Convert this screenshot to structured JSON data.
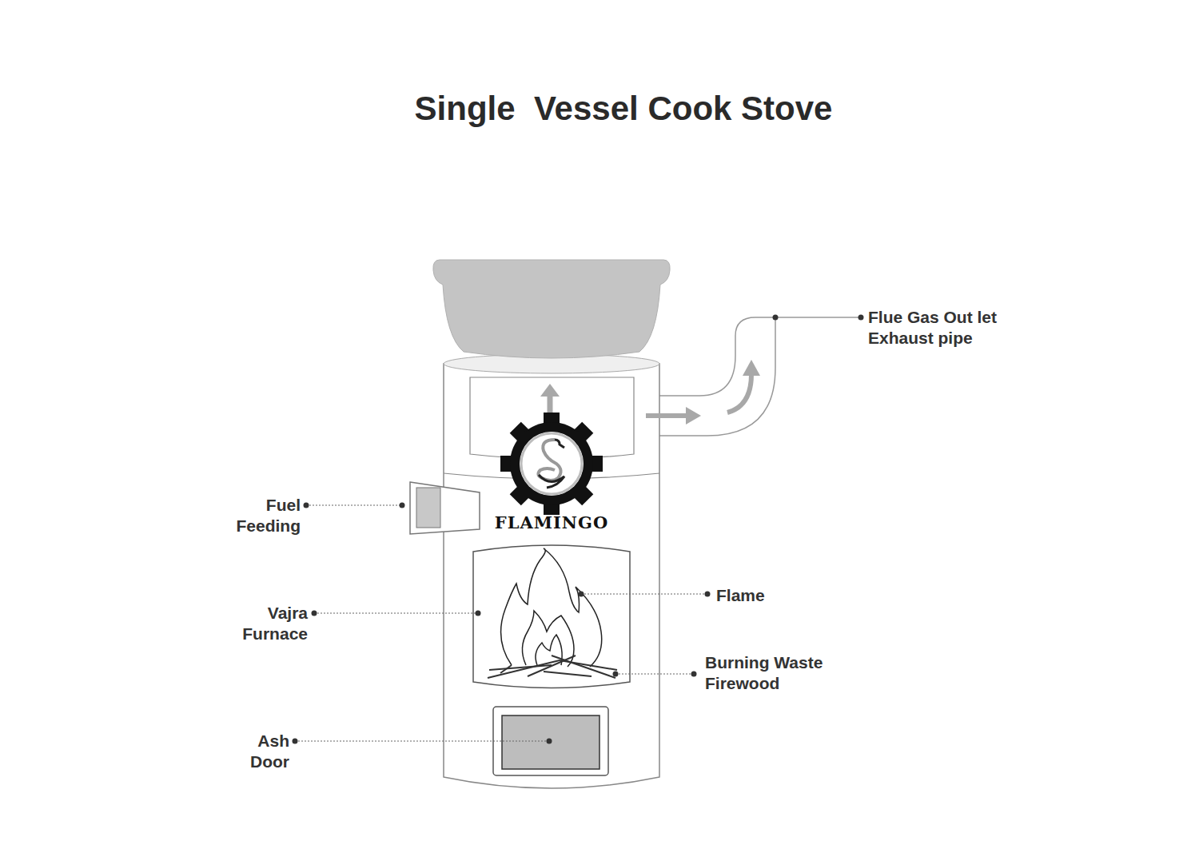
{
  "diagram": {
    "title": "Single  Vessel Cook Stove",
    "labels": [
      "Flue Gas Out let Exhaust pipe",
      "FLAMINGO",
      "Fuel Feeding",
      "Vajra Furnace",
      "Flame",
      "Burning Waste Firewood",
      "Ash Door"
    ]
  }
}
